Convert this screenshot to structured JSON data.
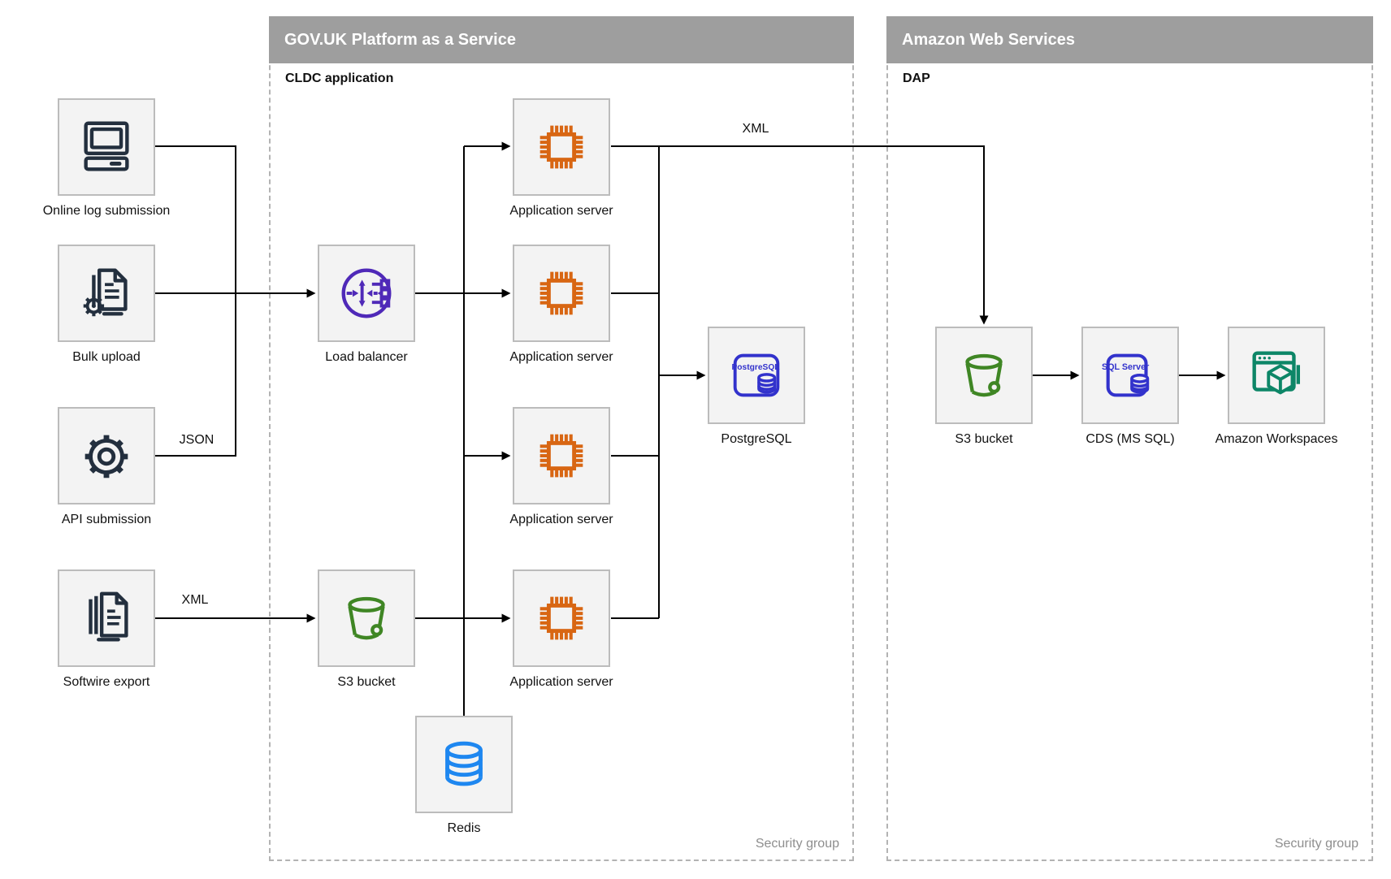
{
  "diagram": {
    "containers": {
      "govuk": {
        "title": "GOV.UK Platform as a Service",
        "sublabel": "CLDC application",
        "corner_label": "Security group"
      },
      "aws": {
        "title": "Amazon Web Services",
        "sublabel": "DAP",
        "corner_label": "Security group"
      }
    },
    "nodes": {
      "online_log": {
        "label": "Online log submission"
      },
      "bulk_upload": {
        "label": "Bulk upload"
      },
      "api_submission": {
        "label": "API submission"
      },
      "softwire_export": {
        "label": "Softwire export"
      },
      "load_balancer": {
        "label": "Load balancer"
      },
      "s3_bucket_paas": {
        "label": "S3 bucket"
      },
      "app_server": {
        "label": "Application server"
      },
      "postgresql": {
        "label": "PostgreSQL",
        "icon_text": "PostgreSQL"
      },
      "redis": {
        "label": "Redis"
      },
      "s3_bucket_aws": {
        "label": "S3 bucket"
      },
      "cds": {
        "label": "CDS (MS SQL)",
        "icon_text": "SQL Server"
      },
      "workspaces": {
        "label": "Amazon Workspaces"
      }
    },
    "edge_labels": {
      "json": "JSON",
      "xml_softwire": "XML",
      "xml_to_aws": "XML"
    },
    "colors": {
      "icon_dark": "#232f3e",
      "compute_orange": "#d86613",
      "elb_purple": "#4f29b8",
      "s3_green": "#3f8624",
      "database_blue": "#3232cc",
      "redis_blue": "#1e87f0",
      "workspaces_teal": "#0d8667",
      "header_gray": "#9e9e9e",
      "connector_black": "#000000"
    }
  }
}
